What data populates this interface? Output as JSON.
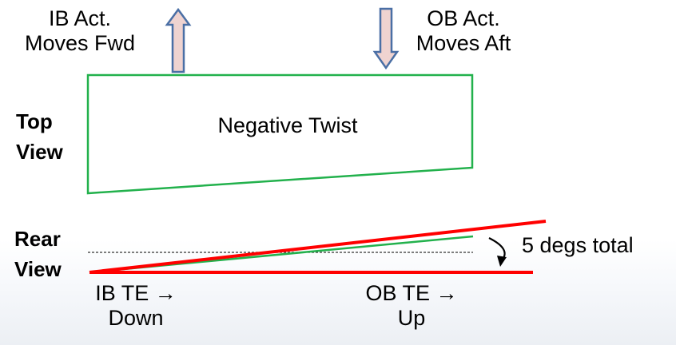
{
  "top_labels": {
    "ib_act_line1": "IB Act.",
    "ib_act_line2": "Moves Fwd",
    "ob_act_line1": "OB Act.",
    "ob_act_line2": "Moves Aft"
  },
  "views": {
    "top_line1": "Top",
    "top_line2": "View",
    "rear_line1": "Rear",
    "rear_line2": "View"
  },
  "wing_label": "Negative Twist",
  "angle_label": "5 degs total",
  "bottom_labels": {
    "ib_te_line1": "IB TE →",
    "ib_te_line2": "Down",
    "ob_te_line1": "OB TE →",
    "ob_te_line2": "Up"
  },
  "colors": {
    "outline_green": "#22b14c",
    "red_line": "#ff0000",
    "arrow_fill": "#efd3d0",
    "arrow_stroke": "#4a6fa5"
  }
}
